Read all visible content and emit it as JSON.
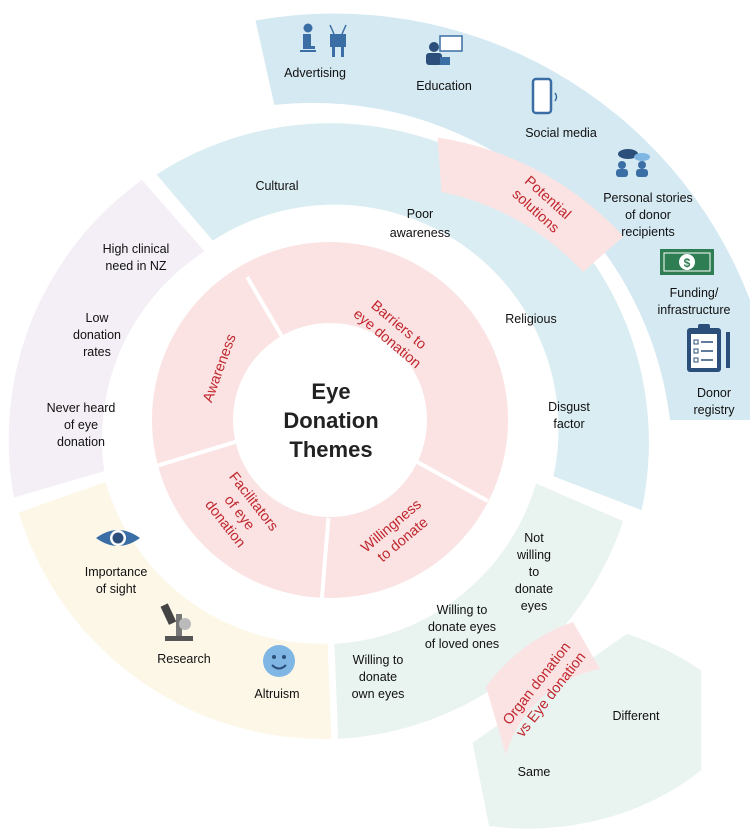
{
  "title_lines": [
    "Eye",
    "Donation",
    "Themes"
  ],
  "themes": {
    "barriers": [
      "Barriers to",
      "eye donation"
    ],
    "awareness": "Awareness",
    "facilitators": [
      "Facilitators",
      "of eye",
      "donation"
    ],
    "willingness": [
      "Willingness",
      "to donate"
    ],
    "potential_solutions": [
      "Potential",
      "solutions"
    ],
    "organ_vs_eye": [
      "Organ donation",
      "vs Eye donation"
    ]
  },
  "barriers_items": {
    "cultural": "Cultural",
    "poor_awareness": [
      "Poor",
      "awareness"
    ],
    "religious": "Religious",
    "disgust": [
      "Disgust",
      "factor"
    ]
  },
  "awareness_items": {
    "high_need": [
      "High clinical",
      "need in NZ"
    ],
    "low_rates": [
      "Low",
      "donation",
      "rates"
    ],
    "never_heard": [
      "Never heard",
      "of eye",
      "donation"
    ]
  },
  "facilitators_items": {
    "sight": [
      "Importance",
      "of sight"
    ],
    "research": "Research",
    "altruism": "Altruism"
  },
  "willingness_items": {
    "not_willing": [
      "Not",
      "willing",
      "to",
      "donate",
      "eyes"
    ],
    "loved_ones": [
      "Willing to",
      "donate eyes",
      "of loved ones"
    ],
    "own_eyes": [
      "Willing to",
      "donate",
      "own eyes"
    ]
  },
  "solutions_items": {
    "advertising": "Advertising",
    "education": "Education",
    "social_media": "Social media",
    "personal_stories": [
      "Personal stories",
      "of donor",
      "recipients"
    ],
    "funding": [
      "Funding/",
      "infrastructure"
    ],
    "registry": [
      "Donor",
      "registry"
    ]
  },
  "organ_items": {
    "different": "Different",
    "same": "Same"
  },
  "colors": {
    "theme_text": "#c0272d",
    "inner_ring": "#fbe3e4",
    "barriers_band": "#daedf2",
    "awareness_band": "#f4eff6",
    "facilitators_band": "#fdf7e8",
    "willingness_band": "#e9f3f0",
    "solutions_band": "#d4e9f2",
    "organ_band": "#e9f3f0",
    "icon_blue": "#3a6ea5"
  }
}
